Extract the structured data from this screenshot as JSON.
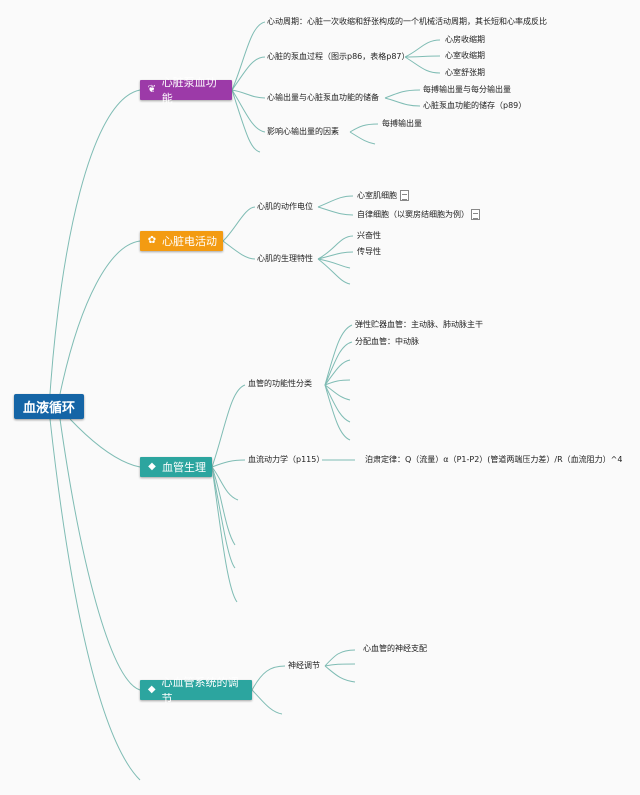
{
  "root": {
    "label": "血液循环"
  },
  "branches": [
    {
      "label": "心脏泵血功能",
      "icon": "heart-icon",
      "color": "#9c3aa8",
      "children": [
        {
          "label": "心动周期：心脏一次收缩和舒张构成的一个机械活动周期，其长短和心率成反比"
        },
        {
          "label": "心脏的泵血过程（图示p86，表格p87）",
          "children": [
            "心房收缩期",
            "心室收缩期",
            "心室舒张期"
          ]
        },
        {
          "label": "心输出量与心脏泵血功能的储备",
          "children": [
            "每搏输出量与每分输出量",
            "心脏泵血功能的储存（p89）"
          ]
        },
        {
          "label": "影响心输出量的因素",
          "children": [
            "每搏输出量"
          ]
        }
      ]
    },
    {
      "label": "心脏电活动",
      "icon": "leaf-icon",
      "color": "#f39b12",
      "children": [
        {
          "label": "心肌的动作电位",
          "children": [
            "心室肌细胞",
            "自律细胞（以窦房结细胞为例）"
          ]
        },
        {
          "label": "心肌的生理特性",
          "children": [
            "兴奋性",
            "传导性"
          ]
        }
      ]
    },
    {
      "label": "血管生理",
      "icon": "diamond-icon",
      "color": "#2ca59f",
      "children": [
        {
          "label": "血管的功能性分类",
          "children": [
            "弹性贮器血管：主动脉、肺动脉主干",
            "分配血管：中动脉"
          ]
        },
        {
          "label": "血流动力学（p115）",
          "children": [
            "泊肃定律：Q（流量）α（P1-P2）(管道两端压力差）/R（血流阻力）^4"
          ]
        }
      ]
    },
    {
      "label": "心血管系统的调节",
      "icon": "diamond-icon",
      "color": "#2ca59f",
      "children": [
        {
          "label": "神经调节",
          "children": [
            "心血管的神经支配"
          ]
        }
      ]
    }
  ]
}
